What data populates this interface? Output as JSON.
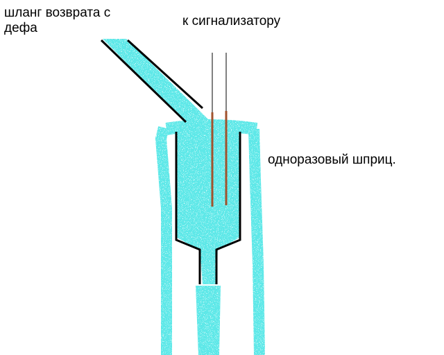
{
  "labels": {
    "hose_line1": "шланг возврата с",
    "hose_line2": "дефа",
    "to_alarm": "к сигнализатору",
    "syringe": "одноразовый шприц."
  },
  "colors": {
    "fluid": "#5fe8e8",
    "outline": "#000000",
    "electrode": "#a0522d",
    "wire": "#000000"
  }
}
